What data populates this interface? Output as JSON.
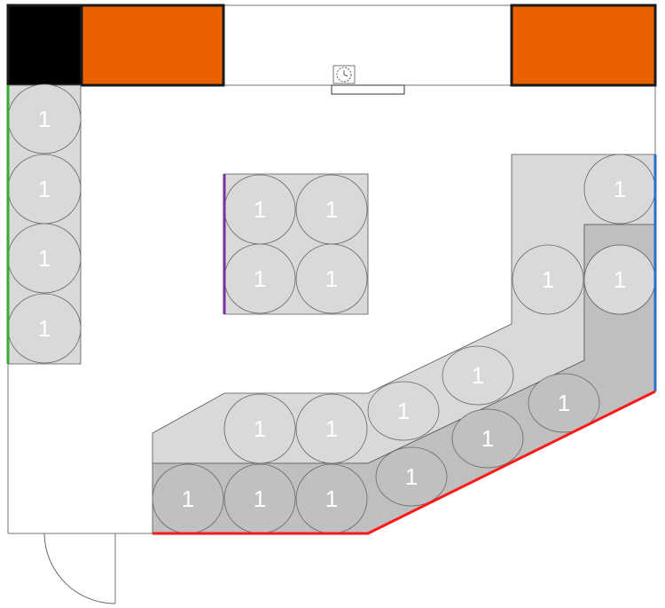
{
  "colors": {
    "background": "#ffffff",
    "wall": "#777777",
    "dark_block": "#000000",
    "accent_orange": "#ea6100",
    "zone_light": "#d9d9d9",
    "zone_dark": "#bfbfbf",
    "seat_light": "#d9d9d9",
    "seat_dark": "#c0c0c0",
    "seat_stroke": "#666666",
    "label_text": "#ffffff",
    "edge_green": "#3aaa35",
    "edge_purple": "#7a2ea0",
    "edge_blue": "#2a6fc9",
    "edge_red": "#ff1a1a"
  },
  "floor_plan": {
    "wall_segments": [
      {
        "name": "left-upper-wall"
      },
      {
        "name": "left-lower-wall"
      },
      {
        "name": "right-wall"
      },
      {
        "name": "bottom-wall"
      },
      {
        "name": "door-jamb"
      },
      {
        "name": "top-wall"
      },
      {
        "name": "corridor-wall"
      }
    ],
    "blocks": [
      {
        "name": "black-storage-block",
        "tone": "dark_block"
      },
      {
        "name": "orange-counter-left",
        "tone": "accent_orange"
      },
      {
        "name": "orange-counter-right",
        "tone": "accent_orange"
      }
    ],
    "zones": [
      {
        "name": "left-column-zone",
        "tone": "zone_light"
      },
      {
        "name": "center-square-zone",
        "tone": "zone_light"
      },
      {
        "name": "light-l-shaped-zone",
        "tone": "zone_light"
      },
      {
        "name": "dark-l-shaped-zone",
        "tone": "zone_dark"
      }
    ],
    "edges": [
      {
        "name": "green-edge",
        "tone": "edge_green"
      },
      {
        "name": "purple-edge",
        "tone": "edge_purple"
      },
      {
        "name": "blue-edge",
        "tone": "edge_blue"
      },
      {
        "name": "red-edge",
        "tone": "edge_red"
      }
    ],
    "fixtures": [
      {
        "name": "top-shelf-fixture"
      },
      {
        "name": "clock-icon"
      },
      {
        "name": "door-icon"
      }
    ],
    "seats": [
      {
        "label": "1",
        "tone": "light"
      },
      {
        "label": "1",
        "tone": "light"
      },
      {
        "label": "1",
        "tone": "light"
      },
      {
        "label": "1",
        "tone": "light"
      },
      {
        "label": "1",
        "tone": "light"
      },
      {
        "label": "1",
        "tone": "light"
      },
      {
        "label": "1",
        "tone": "light"
      },
      {
        "label": "1",
        "tone": "light"
      },
      {
        "label": "1",
        "tone": "light"
      },
      {
        "label": "1",
        "tone": "light"
      },
      {
        "label": "1",
        "tone": "dark"
      },
      {
        "label": "1",
        "tone": "light"
      },
      {
        "label": "1",
        "tone": "light"
      },
      {
        "label": "1",
        "tone": "light"
      },
      {
        "label": "1",
        "tone": "light"
      },
      {
        "label": "1",
        "tone": "light"
      },
      {
        "label": "1",
        "tone": "dark"
      },
      {
        "label": "1",
        "tone": "dark"
      },
      {
        "label": "1",
        "tone": "dark"
      },
      {
        "label": "1",
        "tone": "dark"
      },
      {
        "label": "1",
        "tone": "dark"
      },
      {
        "label": "1",
        "tone": "dark"
      }
    ]
  }
}
